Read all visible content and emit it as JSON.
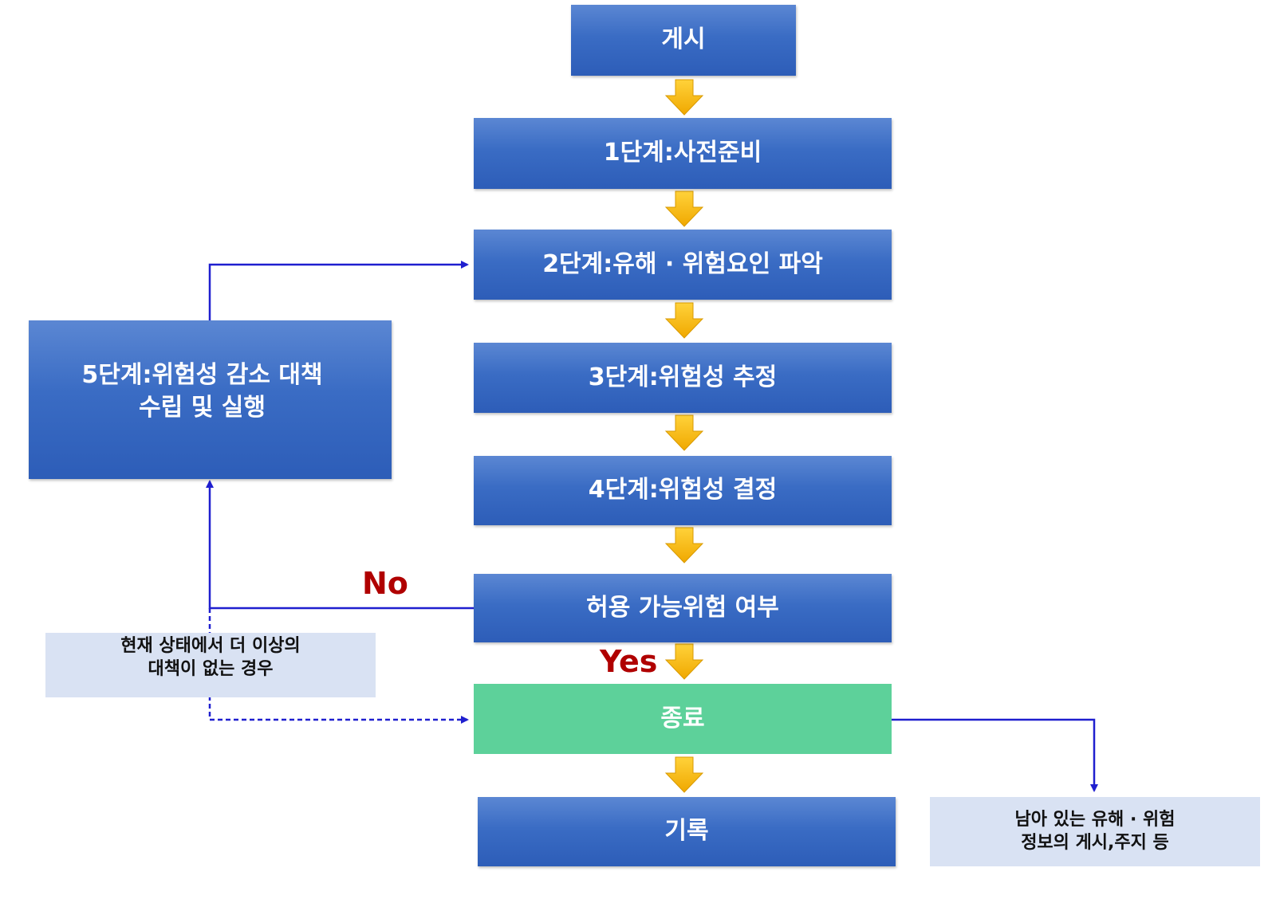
{
  "steps": {
    "post": "게시",
    "step1": "1단계:사전준비",
    "step2": "2단계:유해 · 위험요인 파악",
    "step3": "3단계:위험성 추정",
    "step4": "4단계:위험성 결정",
    "decision": "허용 가능위험 여부",
    "end": "종료",
    "record": "기록",
    "step5": "5단계:위험성 감소 대책\n수립 및 실행"
  },
  "labels": {
    "no": "No",
    "yes": "Yes"
  },
  "notes": {
    "no_more_measures": "현재 상태에서 더 이상의\n대책이 없는 경우",
    "residual_info": "남아 있는 유해 · 위험\n정보의 게시,주지 등"
  },
  "colors": {
    "step_box": "#3a6cc4",
    "end_box": "#5dd19a",
    "note_box": "#d9e2f3",
    "arrow_fill": "#f5b800",
    "connector_line": "#1f1fcf",
    "decision_label": "#b00000"
  }
}
